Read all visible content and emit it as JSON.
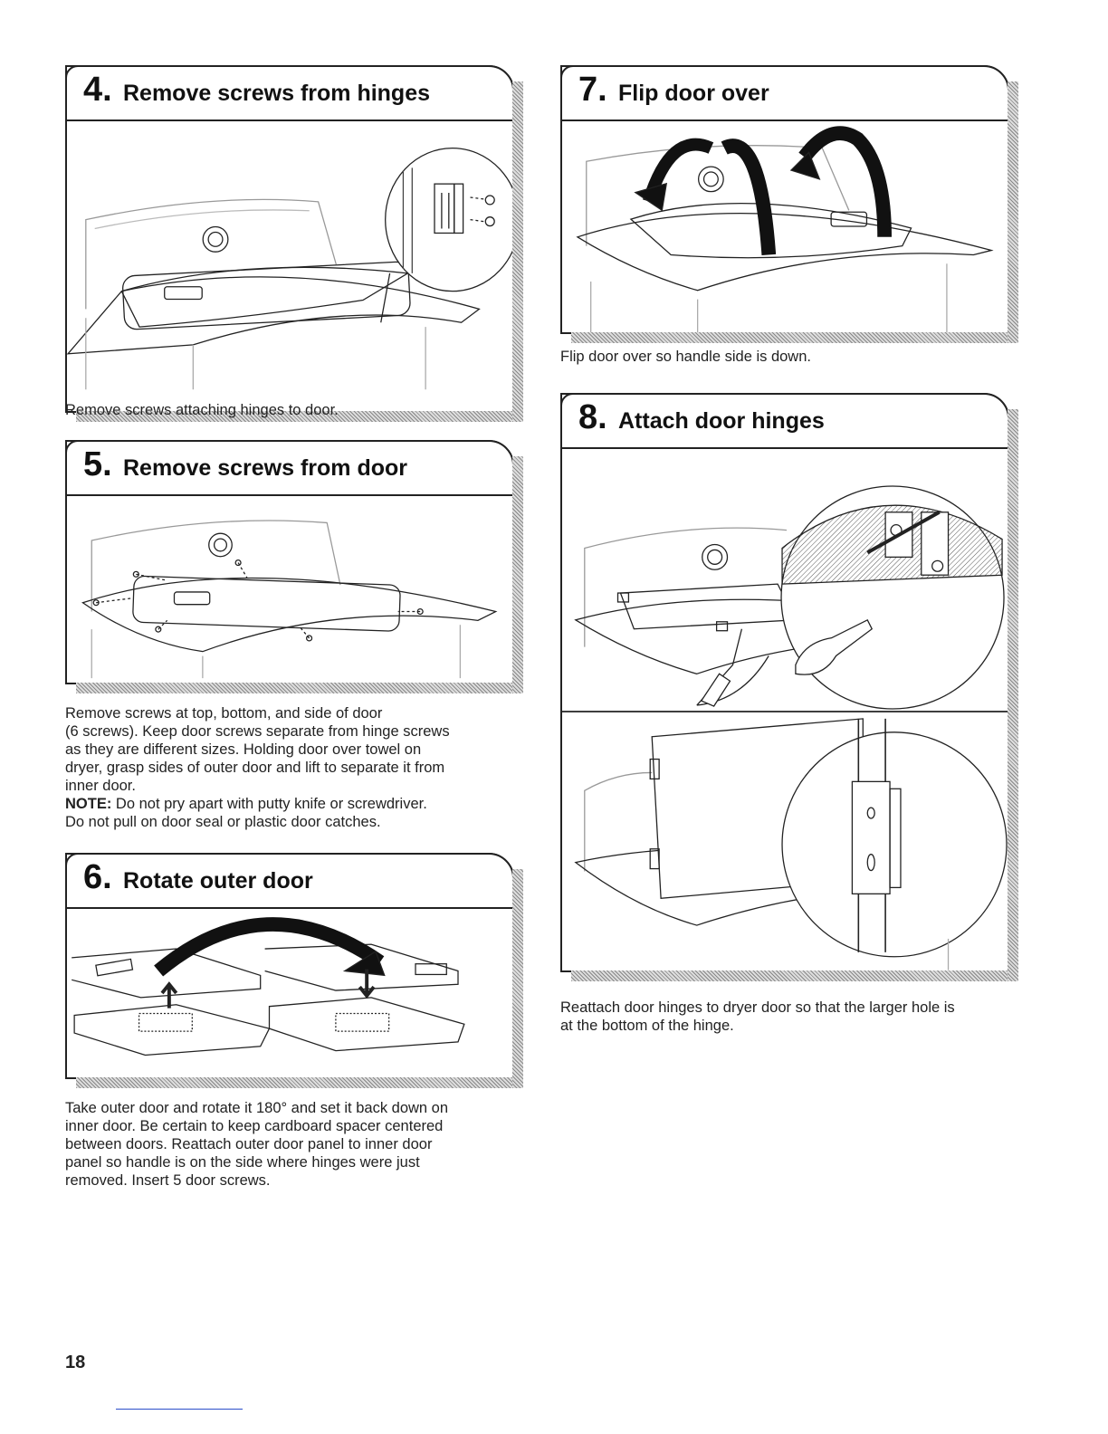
{
  "steps": [
    {
      "number": "4.",
      "title": "Remove screws from hinges",
      "caption": "Remove screws attaching hinges to door."
    },
    {
      "number": "5.",
      "title": "Remove screws from door",
      "caption_lines": [
        "Remove screws at top, bottom, and side of door",
        "(6 screws). Keep door screws separate from hinge screws",
        "as they are different sizes. Holding door over towel on",
        "dryer, grasp sides of outer door and lift to separate it from",
        "inner door."
      ],
      "note_label": "NOTE:",
      "note_text": " Do not pry apart with putty knife or screwdriver.",
      "note_line2": "Do not pull on door seal or plastic door catches."
    },
    {
      "number": "6.",
      "title": "Rotate outer door",
      "caption_lines": [
        "Take outer door and rotate it 180° and set it back down on",
        "inner door. Be certain to keep cardboard spacer centered",
        "between doors. Reattach outer door panel to inner door",
        "panel so handle is on the side where hinges were just",
        "removed. Insert 5 door screws."
      ]
    },
    {
      "number": "7.",
      "title": "Flip door over",
      "caption": "Flip door over so handle side is down."
    },
    {
      "number": "8.",
      "title": "Attach door hinges",
      "caption_lines": [
        "Reattach door hinges to dryer door so that the larger hole is",
        "at the bottom of the hinge."
      ]
    }
  ],
  "page_number": "18"
}
